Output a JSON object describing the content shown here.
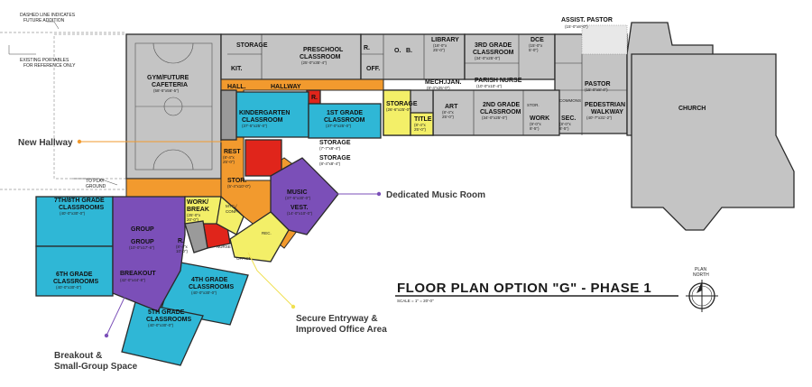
{
  "colors": {
    "existing": "#c4c4c4",
    "hallway": "#f29a2e",
    "classroom_cyan": "#2fb7d6",
    "purple": "#7b4fb8",
    "red": "#e0251b",
    "yellow": "#f3ef68",
    "gray_new": "#9a9a9a",
    "callout_orange": "#f29a2e",
    "callout_purple": "#7b4fb8",
    "callout_yellow": "#f0e050"
  },
  "notes": {
    "dashed_line_1": "DASHED LINE INDICATES",
    "dashed_line_2": "FUTURE ADDITION",
    "portables_1": "EXISTING PORTABLES",
    "portables_2": "FOR REFERENCE ONLY",
    "to_play_1": "TO PLAY",
    "to_play_2": "GROUND"
  },
  "rooms": {
    "gym": "GYM/FUTURE",
    "gym_2": "CAFETERIA",
    "gym_dim": "(58'-5\"x56'-5\")",
    "storage_top": "STORAGE",
    "kit": "KIT.",
    "preschool": "PRESCHOOL",
    "preschool_2": "CLASSROOM",
    "preschool_dim": "(25'-0\"x35'-4\")",
    "r_top": "R.",
    "off": "OFF.",
    "o": "O.",
    "b": "B.",
    "library": "LIBRARY",
    "library_dim_1": "(18'-0\"x",
    "library_dim_2": "25'-0\")",
    "mech": "MECH./JAN.",
    "mech_dim": "(8'-4\"x25'-0\")",
    "third_grade": "3RD GRADE",
    "third_grade_2": "CLASSROOM",
    "third_grade_dim": "(34'-0\"x25'-0\")",
    "parish_nurse": "PARISH NURSE",
    "parish_nurse_dim": "(10'-0\"x10'-4\")",
    "dce": "DCE",
    "dce_dim_1": "(15'-0\"x",
    "dce_dim_2": "5'-0\")",
    "assistant_pastor": "ASSIST. PASTOR",
    "assistant_pastor_dim": "(15'-0\"x8'-0\")",
    "commons": "COMMONS",
    "pastor": "PASTOR",
    "pastor_dim": "(15'-0\"x8'-4\")",
    "hall": "HALL.",
    "hallway": "HALLWAY",
    "kindergarten": "KINDERGARTEN",
    "kindergarten_2": "CLASSROOM",
    "kindergarten_dim": "(37'-5\"x25'-0\")",
    "r_mid": "R.",
    "first_grade": "1ST GRADE",
    "first_grade_2": "CLASSROOM",
    "first_grade_dim": "(37'-0\"x25'-0\")",
    "storage_yellow": "STORAGE",
    "storage_yellow_dim": "(26'-6\"x25'-0\")",
    "title_room": "TITLE",
    "title_room_dim_1": "(8'-4\"x",
    "title_room_dim_2": "25'-0\")",
    "art": "ART",
    "art_dim_1": "(8'-4\"x",
    "art_dim_2": "25'-0\")",
    "second_grade": "2ND GRADE",
    "second_grade_2": "CLASSROOM",
    "second_grade_dim": "(34'-0\"x25'-0\")",
    "stor": "STOR.",
    "work": "WORK",
    "work_dim_1": "(9'-0\"x",
    "work_dim_2": "8'-5\")",
    "sec": "SEC.",
    "sec_dim_1": "(8'-0\"x",
    "sec_dim_2": "8'-5\")",
    "pedestrian": "PEDESTRIAN",
    "pedestrian_2": "WALKWAY",
    "pedestrian_dim": "(40'-7\"x31'-2\")",
    "church": "CHURCH",
    "rest": "REST",
    "rest_dim_1": "(8'-4\"x",
    "rest_dim_2": "25'-0\")",
    "storage_1": "STORAGE",
    "storage_1_dim": "(7'-7\"x8'-4\")",
    "storage_2": "STORAGE",
    "storage_2_dim": "(8'-4\"x8'-4\")",
    "stor_mid": "STOR.",
    "stor_mid_dim": "(5'-4\"x10'-0\")",
    "music": "MUSIC",
    "music_dim": "(37'-5\"x30'-0\")",
    "vest": "VEST.",
    "vest_dim": "(14'-0\"x10'-0\")",
    "work_break": "WORK/",
    "work_break_2": "BREAK",
    "work_break_dim_1": "(25'-0\"x",
    "work_break_dim_2": "20'-0\")",
    "mtg_conf": "MTG./",
    "mtg_conf_2": "CONF.",
    "nurse": "NURSE",
    "office": "OFFICE",
    "rec": "REC.",
    "r_low": "R.",
    "r_low_dim_1": "(8'-4\"x",
    "r_low_dim_2": "10'-0\")",
    "seventh_eighth": "7TH/8TH GRADE",
    "seventh_eighth_2": "CLASSROOMS",
    "seventh_eighth_dim": "(40'-0\"x30'-0\")",
    "group_1": "GROUP",
    "group_2": "GROUP",
    "group_dim": "(10'-0\"x17'-6\")",
    "sixth_grade": "6TH GRADE",
    "sixth_grade_2": "CLASSROOMS",
    "sixth_grade_dim": "(40'-0\"x30'-0\")",
    "breakout": "BREAKOUT",
    "breakout_dim": "(42'-0\"x44'-8\")",
    "fourth_grade": "4TH GRADE",
    "fourth_grade_2": "CLASSROOMS",
    "fourth_grade_dim": "(40'-0\"x30'-0\")",
    "fifth_grade": "5TH GRADE",
    "fifth_grade_2": "CLASSROOMS",
    "fifth_grade_dim": "(40'-0\"x30'-0\")"
  },
  "callouts": {
    "new_hallway": "New Hallway",
    "music_room": "Dedicated Music Room",
    "secure_entry_1": "Secure Entryway &",
    "secure_entry_2": "Improved Office Area",
    "breakout_1": "Breakout &",
    "breakout_2": "Small-Group Space"
  },
  "title_block": {
    "title": "FLOOR PLAN OPTION \"G\" - PHASE 1",
    "scale": "SCALE = 1\" = 20'-0\""
  },
  "north_arrow": {
    "label_1": "PLAN",
    "label_2": "NORTH"
  }
}
